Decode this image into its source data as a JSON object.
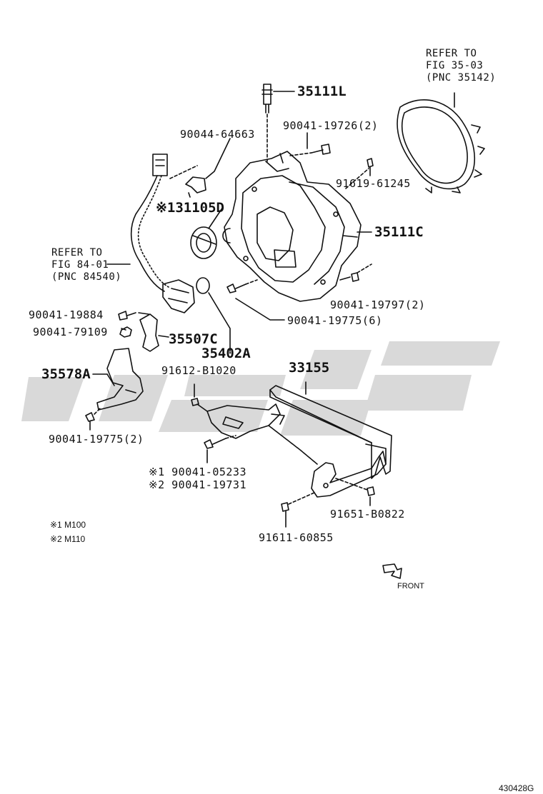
{
  "colors": {
    "line": "#111111",
    "watermark": "#d9d9d9"
  },
  "refer_top": {
    "l1": "REFER TO",
    "l2": "FIG 35-03",
    "l3": "(PNC 35142)"
  },
  "refer_left": {
    "l1": "REFER TO",
    "l2": "FIG 84-01",
    "l3": "(PNC 84540)"
  },
  "labels": {
    "p35111L": "35111L",
    "p90041_19726": "90041-19726(2)",
    "p90044_64663": "90044-64663",
    "p91619_61245": "91619-61245",
    "p31105D": "※131105D",
    "p35111C": "35111C",
    "p90041_19797": "90041-19797(2)",
    "p90041_19775_6": "90041-19775(6)",
    "p90041_19884": "90041-19884",
    "p90041_79109": "90041-79109",
    "p35507C": "35507C",
    "p35402A": "35402A",
    "p91612_B1020": "91612-B1020",
    "p33155": "33155",
    "p35578A": "35578A",
    "p90041_19775_2": "90041-19775(2)",
    "p90041_05233": "※1 90041-05233",
    "p90041_19731": "※2 90041-19731",
    "p91651_B0822": "91651-B0822",
    "p91611_60855": "91611-60855"
  },
  "notes": {
    "m100": "※1 M100",
    "m110": "※2 M110"
  },
  "front_label": "FRONT",
  "figure_id": "430428G"
}
